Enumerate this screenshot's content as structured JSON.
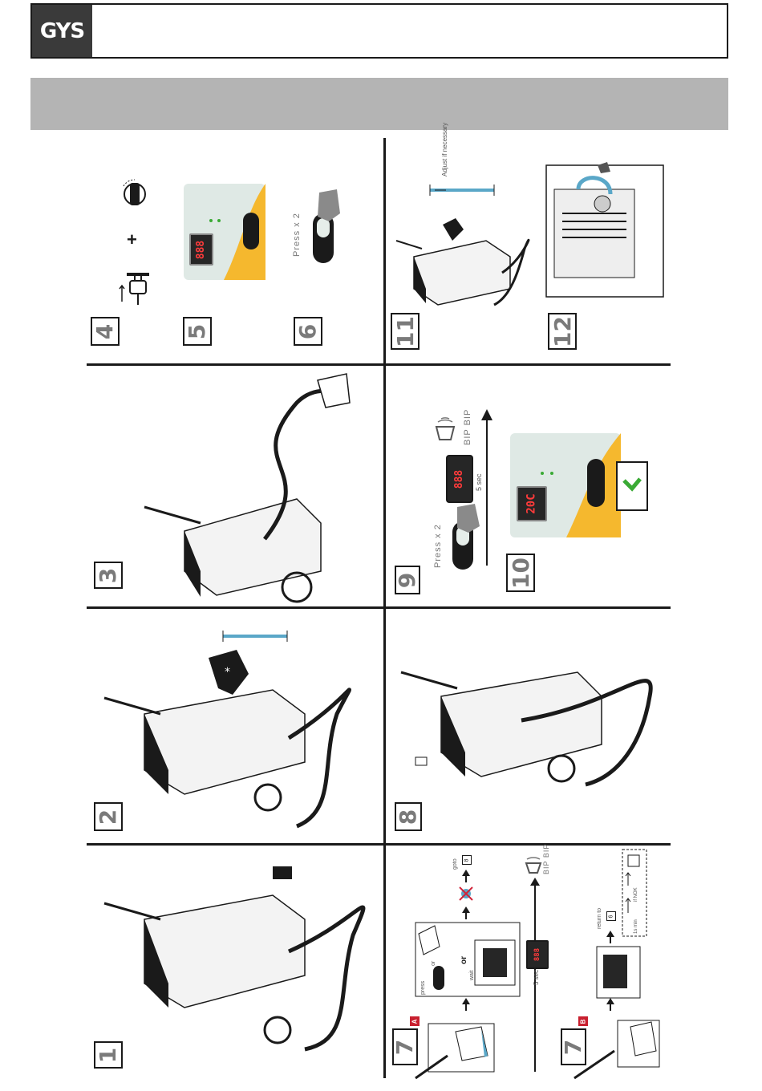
{
  "header": {
    "logo": "GYS"
  },
  "steps": {
    "s1": "1",
    "s2": "2",
    "s3": "3",
    "s4": "4",
    "s5": "5",
    "s6": "6",
    "s7": "7",
    "s8": "8",
    "s9": "9",
    "s10": "10",
    "s11": "11",
    "s12": "12"
  },
  "step6": {
    "press": "Press x 2"
  },
  "step9": {
    "press": "Press x 2",
    "timer": "5 sec",
    "bip": "BIP BIP"
  },
  "step10": {
    "display": "20C"
  },
  "step11": {
    "adjust": "Adjust if necessary"
  },
  "step7": {
    "tag_a": "A",
    "tag_b": "B",
    "press": "press",
    "or_small": "or",
    "or_big": "or",
    "wait": "wait",
    "goto": "goto",
    "goto_ref": "8",
    "bip": "BIP BIP",
    "timer": "5 sec",
    "return_to": "return to",
    "return_ref": "6",
    "one_min": "1s min",
    "if_nok": "if NOK"
  },
  "colors": {
    "accent": "#f5b82e",
    "panel": "#dfe9e5",
    "led": "#ff3b3b",
    "ok": "#3aaa35",
    "tag": "#c8202f"
  }
}
